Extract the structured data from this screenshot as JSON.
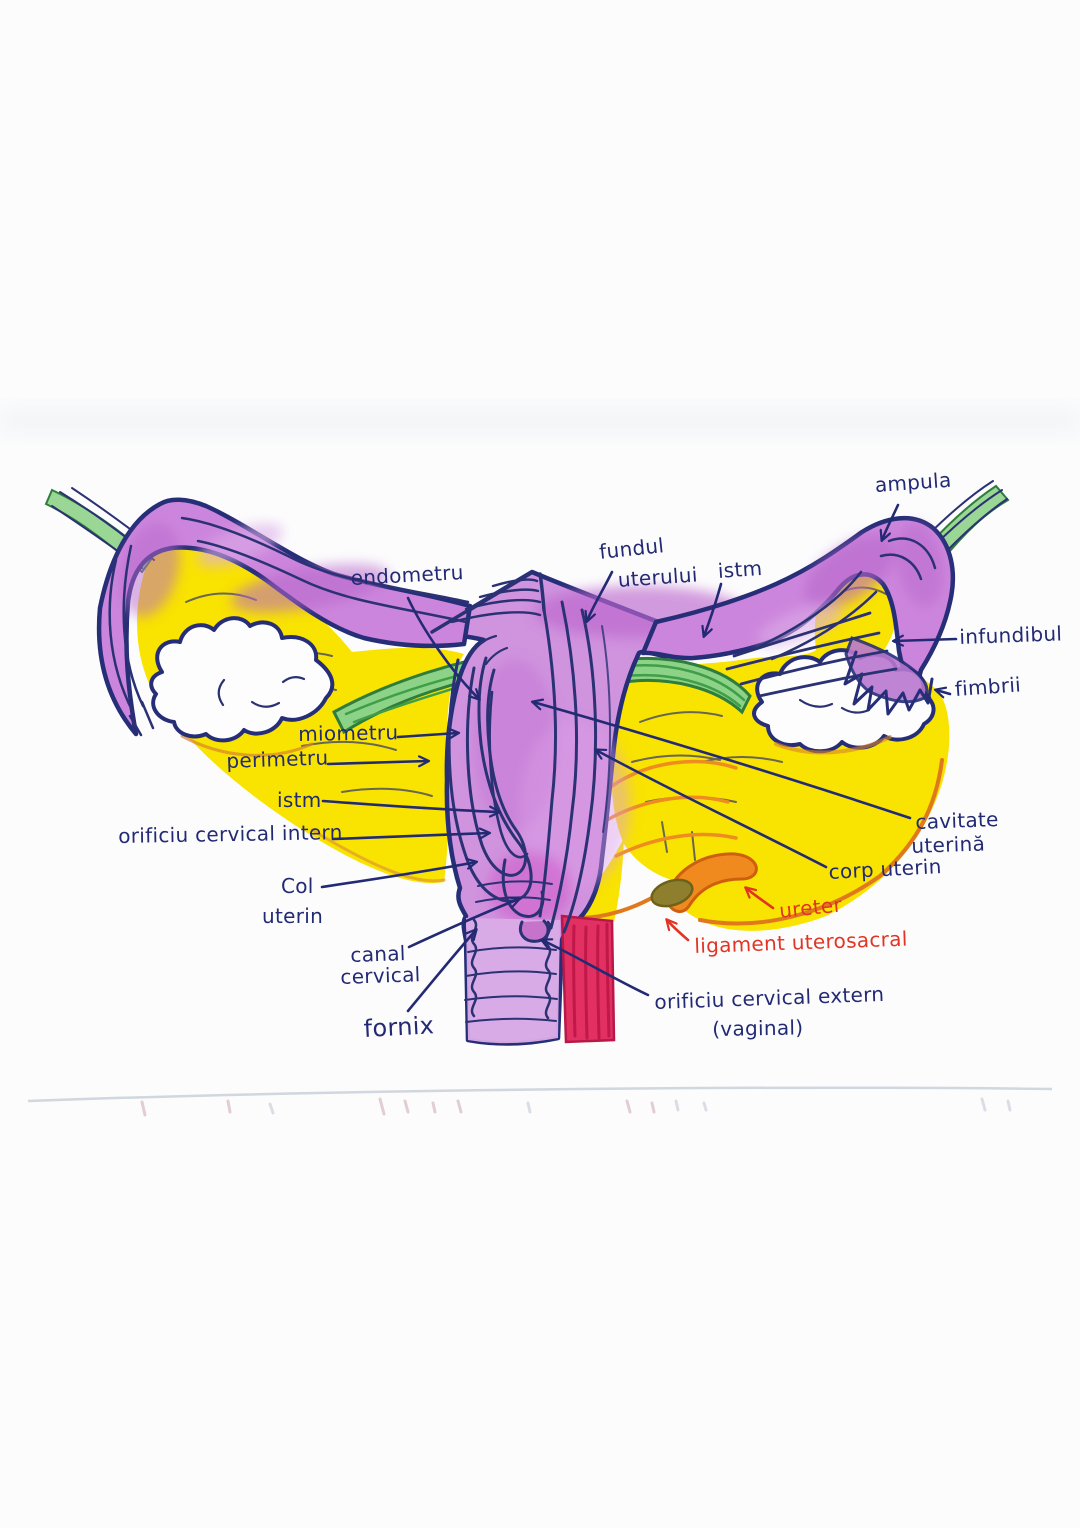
{
  "labels": {
    "ampula": "ampula",
    "fundul_uterului": {
      "l1": "fundul",
      "l2": "uterului"
    },
    "istm_right": "istm",
    "endometru": "endometru",
    "infundibul": "infundibul",
    "fimbrii": "fimbrii",
    "miometru": "miometru",
    "perimetru": "perimetru",
    "istm_left": "istm",
    "orificiu_cervical_intern": "orificiu cervical intern",
    "col_uterin": {
      "l1": "Col",
      "l2": "uterin"
    },
    "canal_cervical": {
      "l1": "canal",
      "l2": "cervical"
    },
    "fornix": "fornix",
    "cavitate_uterina": {
      "l1": "cavitate",
      "l2": "uterină"
    },
    "corp_uterin": "corp uterin",
    "ureter": "ureter",
    "ligament_uterosacral": "ligament uterosacral",
    "orificiu_cervical_extern": {
      "l1": "orificiu cervical extern",
      "l2": "(vaginal)"
    }
  },
  "palette": {
    "ink_navy": "#232a74",
    "ink_red": "#e13422",
    "tube_purple": "#cc85dc",
    "uterus_purple": "#d093de",
    "cavity_magenta": "#cf52c8",
    "ligament_yellow": "#f9e300",
    "ligament_green": "#8cd287",
    "ureter_orange": "#f08a1e",
    "vagina_pink": "#e23063",
    "ovary_white": "#fdfdfe",
    "spot_olive": "#8d7f2e"
  }
}
